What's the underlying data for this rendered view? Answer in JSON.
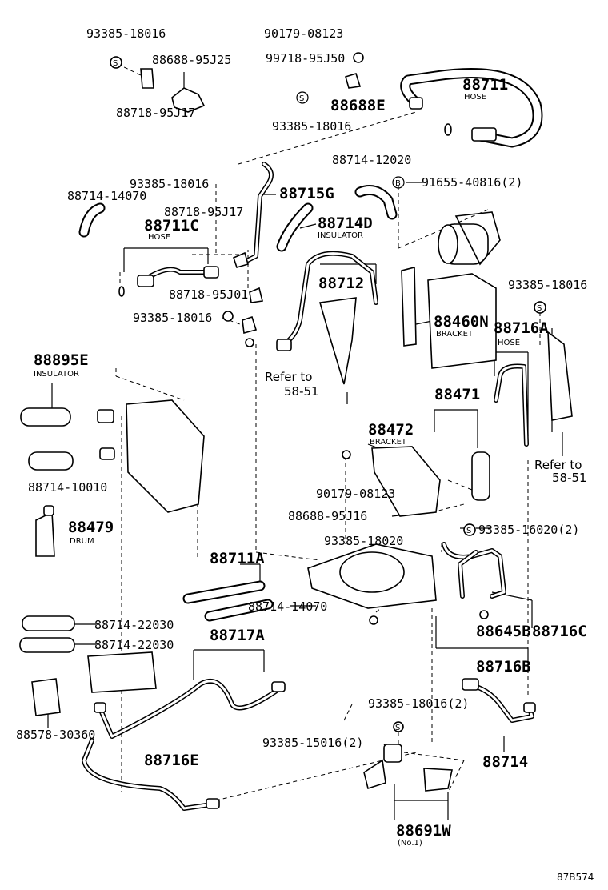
{
  "labels": {
    "p93385_18016_a": "93385-18016",
    "p90179_08123_a": "90179-08123",
    "p88688_95j25": "88688-95J25",
    "p99718_95j50": "99718-95J50",
    "p88718_95j17_a": "88718-95J17",
    "p88711": "88711",
    "p88711_hose": "HOSE",
    "p88688e": "88688E",
    "p93385_18016_b": "93385-18016",
    "p88714_12020": "88714-12020",
    "p93385_18016_c": "93385-18016",
    "p91655_40816": "91655-40816(2)",
    "p88714_14070_a": "88714-14070",
    "p88715g": "88715G",
    "p88718_95j17_b": "88718-95J17",
    "p88714d": "88714D",
    "p88714d_insulator": "INSULATOR",
    "p88711c": "88711C",
    "p88711c_hose": "HOSE",
    "p88712": "88712",
    "p88718_95j01": "88718-95J01",
    "p93385_18016_d": "93385-18016",
    "p93385_18016_e": "93385-18016",
    "p88460n": "88460N",
    "p88460n_bracket": "BRACKET",
    "p88716a": "88716A",
    "p88716a_hose": "HOSE",
    "p88895e": "88895E",
    "p88895e_insulator": "INSULATOR",
    "ref_a_1": "Refer to",
    "ref_a_2": "58-51",
    "p88471": "88471",
    "p88472": "88472",
    "p88472_bracket": "BRACKET",
    "ref_b_1": "Refer to",
    "ref_b_2": "58-51",
    "p88714_10010": "88714-10010",
    "p90179_08123_b": "90179-08123",
    "p88688_95j16": "88688-95J16",
    "p88479": "88479",
    "p88479_drum": "DRUM",
    "p93385_16020": "93385-16020(2)",
    "p93385_18020": "93385-18020",
    "p88711a": "88711A",
    "p88714_14070_b": "88714-14070",
    "p88714_22030_a": "88714-22030",
    "p88645b": "88645B",
    "p88716c": "88716C",
    "p88714_22030_b": "88714-22030",
    "p88717a": "88717A",
    "p88716b": "88716B",
    "p93385_18016_f": "93385-18016(2)",
    "p88578_30360": "88578-30360",
    "p93385_15016": "93385-15016(2)",
    "p88716e": "88716E",
    "p88714": "88714",
    "p88691w": "88691W",
    "p88691w_no1": "(No.1)",
    "diagram_code": "87B574"
  },
  "symbols": {
    "s_marker": "S",
    "b_marker": "B"
  }
}
